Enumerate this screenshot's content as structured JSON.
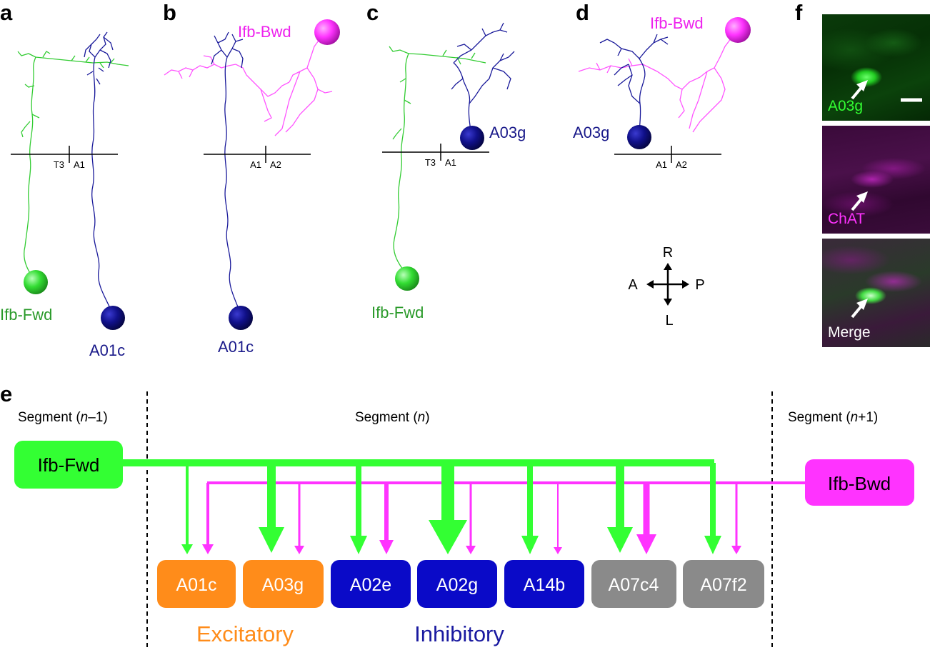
{
  "panels": {
    "a": {
      "letter": "a",
      "neuron1": "Ifb-Fwd",
      "neuron2": "A01c",
      "seg_left": "T3",
      "seg_right": "A1"
    },
    "b": {
      "letter": "b",
      "neuron1": "Ifb-Bwd",
      "neuron2": "A01c",
      "seg_left": "A1",
      "seg_right": "A2"
    },
    "c": {
      "letter": "c",
      "neuron1": "Ifb-Fwd",
      "neuron2": "A03g",
      "seg_left": "T3",
      "seg_right": "A1"
    },
    "d": {
      "letter": "d",
      "neuron1": "Ifb-Bwd",
      "neuron2": "A03g",
      "seg_left": "A1",
      "seg_right": "A2"
    },
    "axes": {
      "up": "R",
      "left": "A",
      "right": "P",
      "down": "L"
    },
    "f": {
      "letter": "f",
      "image1_label": "A03g",
      "image2_label": "ChAT",
      "image3_label": "Merge"
    },
    "e": {
      "letter": "e",
      "segment_left": {
        "prefix": "Segment (",
        "var": "n",
        "suffix": "–1)"
      },
      "segment_mid": {
        "prefix": "Segment (",
        "var": "n",
        "suffix": ")"
      },
      "segment_right": {
        "prefix": "Segment (",
        "var": "n",
        "suffix": "+1)"
      },
      "source_fwd": "Ifb-Fwd",
      "source_bwd": "Ifb-Bwd",
      "targets": [
        {
          "name": "A01c",
          "type": "excitatory",
          "fwd_weight": "thin",
          "bwd_weight": "thin"
        },
        {
          "name": "A03g",
          "type": "excitatory",
          "fwd_weight": "thick",
          "bwd_weight": "thin"
        },
        {
          "name": "A02e",
          "type": "inhibitory",
          "fwd_weight": "medium",
          "bwd_weight": "medium"
        },
        {
          "name": "A02g",
          "type": "inhibitory",
          "fwd_weight": "thickest",
          "bwd_weight": "thin"
        },
        {
          "name": "A14b",
          "type": "inhibitory",
          "fwd_weight": "medium",
          "bwd_weight": "thinnest"
        },
        {
          "name": "A07c4",
          "type": "other",
          "fwd_weight": "thick",
          "bwd_weight": "thick"
        },
        {
          "name": "A07f2",
          "type": "other",
          "fwd_weight": "medium",
          "bwd_weight": "thin"
        }
      ],
      "legend_excitatory": "Excitatory",
      "legend_inhibitory": "Inhibitory"
    }
  },
  "colors": {
    "fwd_green": "#2db52d",
    "bright_green": "#33ff33",
    "magenta": "#ff33ff",
    "navy": "#101080",
    "orange": "#ff8c1a",
    "blue_box": "#0a0ac8",
    "gray_box": "#8a8a8a",
    "excitatory_text": "#ff8c1a",
    "inhibitory_text": "#1a1aa0"
  }
}
